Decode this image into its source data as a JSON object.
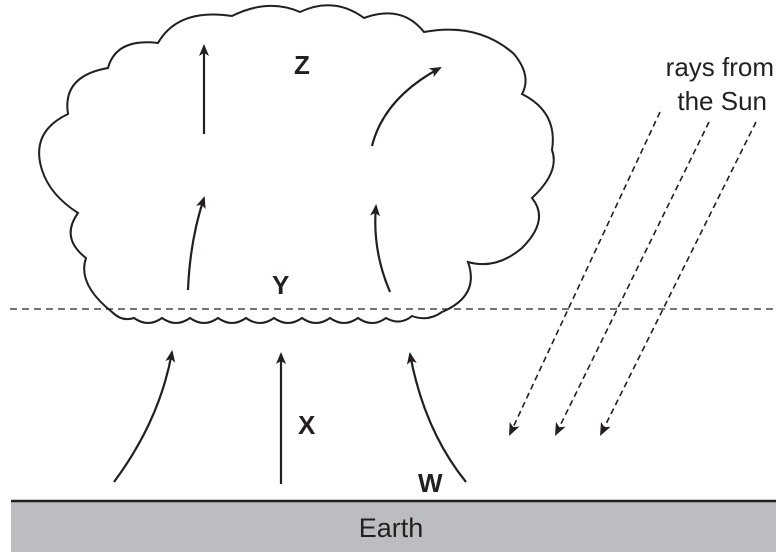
{
  "labels": {
    "z": "Z",
    "y": "Y",
    "x": "X",
    "w": "W",
    "rays_line1": "rays from",
    "rays_line2": "the Sun",
    "earth": "Earth"
  },
  "colors": {
    "ink": "#231f20",
    "earth_fill": "#bcbdc0",
    "background": "#ffffff"
  }
}
